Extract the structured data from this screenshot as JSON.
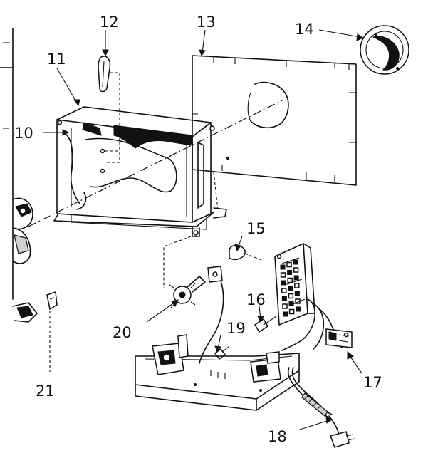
{
  "callouts": [
    {
      "id": "10",
      "label": "10"
    },
    {
      "id": "11",
      "label": "11"
    },
    {
      "id": "12",
      "label": "12"
    },
    {
      "id": "13",
      "label": "13"
    },
    {
      "id": "14",
      "label": "14"
    },
    {
      "id": "15",
      "label": "15"
    },
    {
      "id": "16",
      "label": "16"
    },
    {
      "id": "17",
      "label": "17"
    },
    {
      "id": "18",
      "label": "18"
    },
    {
      "id": "19",
      "label": "19"
    },
    {
      "id": "20",
      "label": "20"
    },
    {
      "id": "21",
      "label": "21"
    }
  ]
}
